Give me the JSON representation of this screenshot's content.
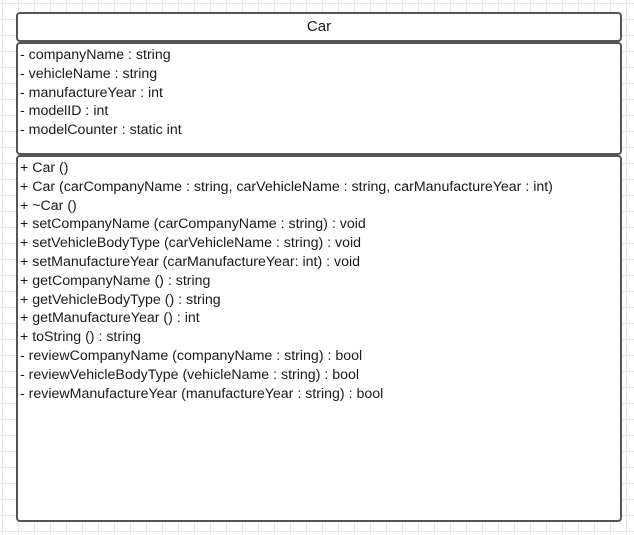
{
  "class_name": "Car",
  "attributes": [
    "- companyName : string",
    "- vehicleName : string",
    "- manufactureYear : int",
    "- modelID : int",
    "- modelCounter : static int"
  ],
  "operations": [
    "+ Car ()",
    "+ Car (carCompanyName : string, carVehicleName : string, carManufactureYear : int)",
    "+ ~Car ()",
    "+ setCompanyName (carCompanyName : string) : void",
    "+ setVehicleBodyType (carVehicleName : string) : void",
    "+ setManufactureYear (carManufactureYear: int) : void",
    "+ getCompanyName () : string",
    "+ getVehicleBodyType () : string",
    "+ getManufactureYear () : int",
    "+ toString () : string",
    "- reviewCompanyName (companyName : string) : bool",
    "- reviewVehicleBodyType (vehicleName : string) : bool",
    "- reviewManufactureYear (manufactureYear : string) : bool"
  ]
}
